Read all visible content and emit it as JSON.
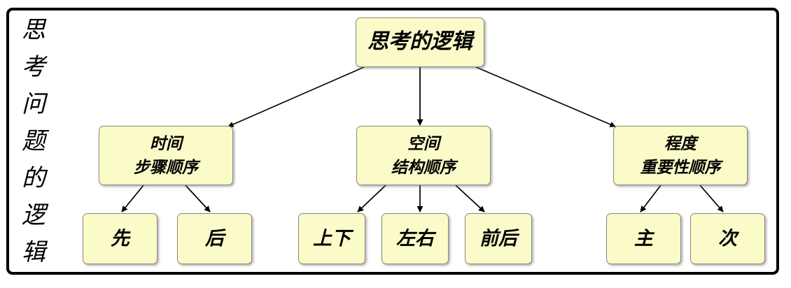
{
  "diagram": {
    "side_label_chars": [
      "思",
      "考",
      "问",
      "题",
      "的",
      "逻",
      "辑"
    ],
    "side_label_text": "思考问题的逻辑",
    "frame_color": "#000000",
    "node_fill": "#fbfbc9",
    "node_border": "#8a8a7a",
    "arrow_color": "#000000"
  },
  "chart_data": {
    "type": "diagram",
    "title": "思考的逻辑",
    "orientation": "top-down-tree",
    "levels": 3,
    "nodes": [
      {
        "id": "root",
        "label": "思考的逻辑",
        "level": 1
      },
      {
        "id": "time",
        "label_line1": "时间",
        "label_line2": "步骤顺序",
        "level": 2
      },
      {
        "id": "space",
        "label_line1": "空间",
        "label_line2": "结构顺序",
        "level": 2
      },
      {
        "id": "deg",
        "label_line1": "程度",
        "label_line2": "重要性顺序",
        "level": 2
      },
      {
        "id": "xian",
        "label": "先",
        "level": 3,
        "parent": "time"
      },
      {
        "id": "hou",
        "label": "后",
        "level": 3,
        "parent": "time"
      },
      {
        "id": "sx",
        "label": "上下",
        "level": 3,
        "parent": "space"
      },
      {
        "id": "zy",
        "label": "左右",
        "level": 3,
        "parent": "space"
      },
      {
        "id": "qh",
        "label": "前后",
        "level": 3,
        "parent": "space"
      },
      {
        "id": "zhu",
        "label": "主",
        "level": 3,
        "parent": "deg"
      },
      {
        "id": "ci",
        "label": "次",
        "level": 3,
        "parent": "deg"
      }
    ],
    "edges": [
      {
        "from": "root",
        "to": "time",
        "style": "arrow"
      },
      {
        "from": "root",
        "to": "space",
        "style": "arrow"
      },
      {
        "from": "root",
        "to": "deg",
        "style": "arrow"
      },
      {
        "from": "time",
        "to": "xian",
        "style": "arrow"
      },
      {
        "from": "time",
        "to": "hou",
        "style": "arrow"
      },
      {
        "from": "space",
        "to": "sx",
        "style": "arrow"
      },
      {
        "from": "space",
        "to": "zy",
        "style": "arrow"
      },
      {
        "from": "space",
        "to": "qh",
        "style": "arrow"
      },
      {
        "from": "deg",
        "to": "zhu",
        "style": "arrow"
      },
      {
        "from": "deg",
        "to": "ci",
        "style": "arrow"
      }
    ]
  },
  "root": {
    "label": "思考的逻辑"
  },
  "branches": {
    "time": {
      "line1": "时间",
      "line2": "步骤顺序"
    },
    "space": {
      "line1": "空间",
      "line2": "结构顺序"
    },
    "degree": {
      "line1": "程度",
      "line2": "重要性顺序"
    }
  },
  "leaves": {
    "xian": "先",
    "hou": "后",
    "shangxia": "上下",
    "zuoyou": "左右",
    "qianhou": "前后",
    "zhu": "主",
    "ci": "次"
  }
}
